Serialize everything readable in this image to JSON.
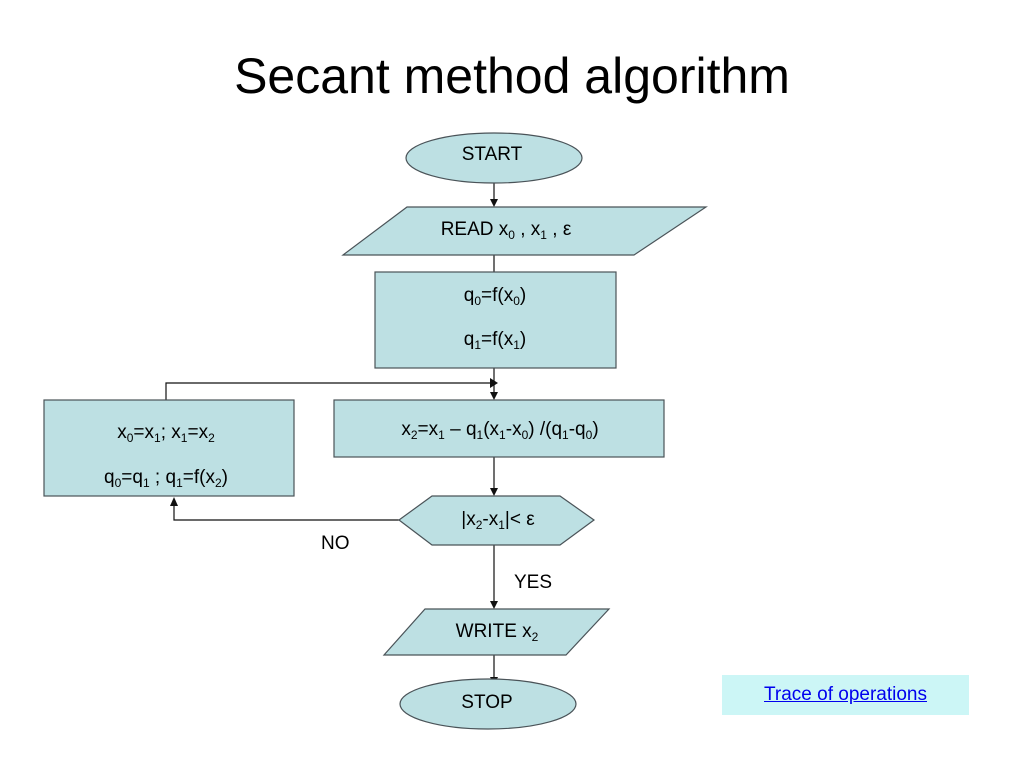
{
  "title": "Secant method algorithm",
  "nodes": {
    "start": {
      "text": "START"
    },
    "read": {
      "prefix": "READ x",
      "s1": "0",
      "mid": " , x",
      "s2": "1",
      "suffix": " , ε"
    },
    "init": {
      "line1": {
        "a": "q",
        "s1": "0",
        "b": "=f(x",
        "s2": "0",
        "c": ")"
      },
      "line2": {
        "a": "q",
        "s1": "1",
        "b": "=f(x",
        "s2": "1",
        "c": ")"
      }
    },
    "compute": {
      "t0": "x",
      "s0": "2",
      "t1": "=x",
      "s1": "1",
      "t2": " – q",
      "s2": "1",
      "t3": "(x",
      "s3": "1",
      "t4": "-x",
      "s4": "0",
      "t5": ") /(q",
      "s5": "1",
      "t6": "-q",
      "s6": "0",
      "t7": ")"
    },
    "update": {
      "line1": {
        "t0": "x",
        "s0": "0",
        "t1": "=x",
        "s1": "1",
        "t2": "; x",
        "s2": "1",
        "t3": "=x",
        "s3": "2"
      },
      "line2": {
        "t0": "q",
        "s0": "0",
        "t1": "=q",
        "s1": "1",
        "t2": " ; q",
        "s2": "1",
        "t3": "=f(x",
        "s3": "2",
        "t4": ")"
      }
    },
    "decision": {
      "t0": "|x",
      "s0": "2",
      "t1": "-x",
      "s1": "1",
      "t2": "|< ε"
    },
    "write": {
      "prefix": "WRITE x",
      "s1": "2"
    },
    "stop": {
      "text": "STOP"
    }
  },
  "edge_labels": {
    "no": "NO",
    "yes": "YES"
  },
  "link": {
    "text": "Trace of operations"
  },
  "colors": {
    "shape_fill": "#bde0e3",
    "link_box": "#ccf6f6",
    "link_text": "#0000ee"
  }
}
